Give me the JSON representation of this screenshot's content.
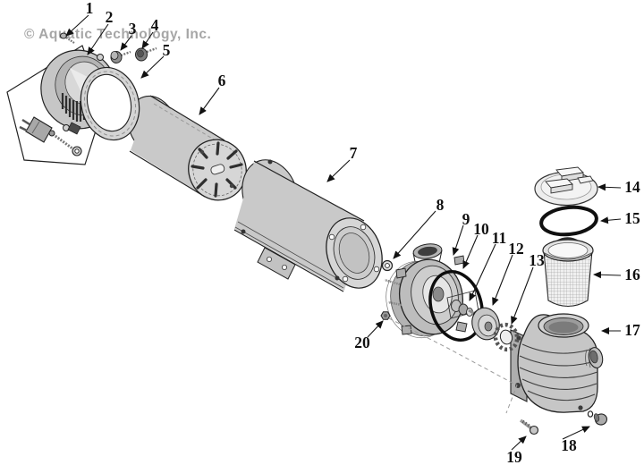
{
  "watermark": {
    "text": "© Aquatic Technology, Inc."
  },
  "diagram_type": "exploded-parts-diagram",
  "colors": {
    "watermark": "#a6a6a6",
    "line": "#151515",
    "part_fill": "#c9c9c9",
    "part_fill_light": "#e8e8e8",
    "o_ring": "#0d0d0d"
  },
  "parts": [
    {
      "number": "1",
      "name": "screw"
    },
    {
      "number": "2",
      "name": "motor end cap assembly"
    },
    {
      "number": "3",
      "name": "bolt"
    },
    {
      "number": "4",
      "name": "bolt"
    },
    {
      "number": "5",
      "name": "motor band clamp"
    },
    {
      "number": "6",
      "name": "motor core"
    },
    {
      "number": "7",
      "name": "motor shell"
    },
    {
      "number": "8",
      "name": "shaft washer"
    },
    {
      "number": "9",
      "name": "seal plate"
    },
    {
      "number": "10",
      "name": "housing o-ring"
    },
    {
      "number": "11",
      "name": "shaft seal"
    },
    {
      "number": "12",
      "name": "impeller"
    },
    {
      "number": "13",
      "name": "seal ring"
    },
    {
      "number": "14",
      "name": "strainer lid"
    },
    {
      "number": "15",
      "name": "lid o-ring"
    },
    {
      "number": "16",
      "name": "strainer basket"
    },
    {
      "number": "17",
      "name": "pump housing"
    },
    {
      "number": "18",
      "name": "drain plug"
    },
    {
      "number": "19",
      "name": "housing bolt"
    },
    {
      "number": "20",
      "name": "nut"
    }
  ]
}
